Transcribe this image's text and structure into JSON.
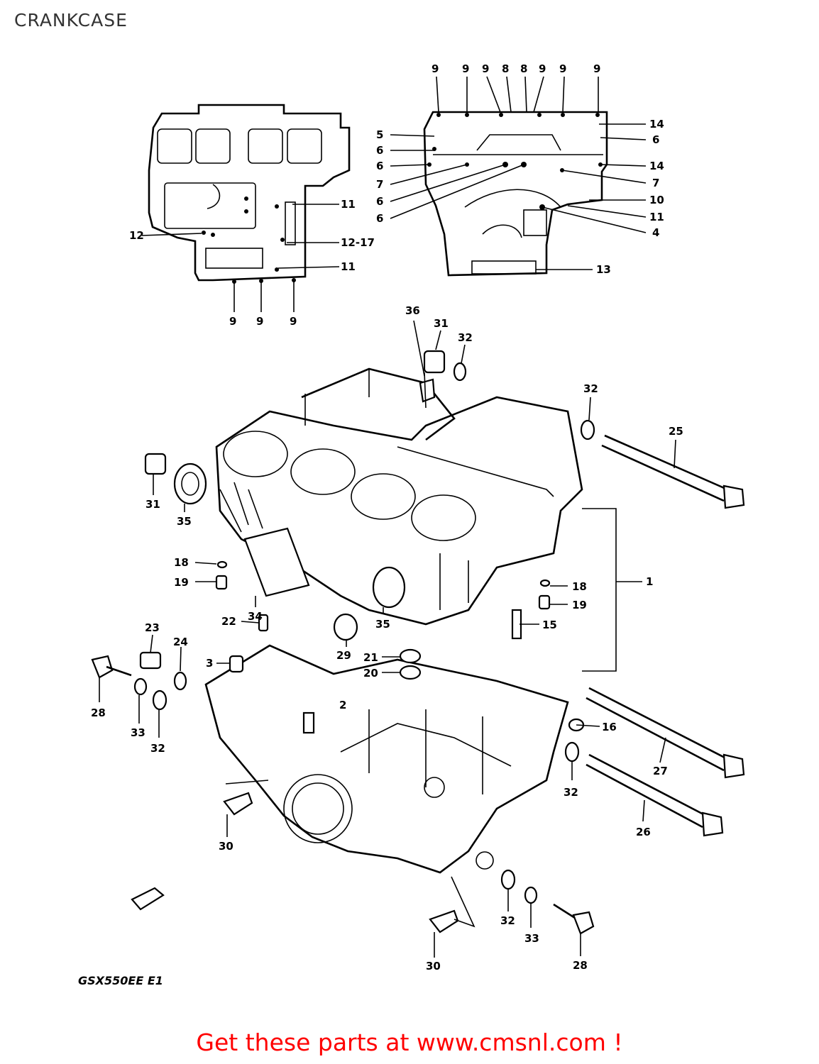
{
  "title": "CRANKCASE",
  "model_code": "GSX550EE E1",
  "footer_link": "Get these parts at www.cmsnl.com !",
  "callouts": {
    "top_left": {
      "c11a": "11",
      "c12": "12",
      "c1217": "12-17",
      "c11b": "11",
      "c9a": "9",
      "c9b": "9",
      "c9c": "9"
    },
    "top_right": {
      "t1": "9",
      "t2": "9",
      "t3": "9",
      "t4": "8",
      "t5": "8",
      "t6": "9",
      "t7": "9",
      "t8": "9",
      "r14a": "14",
      "r6": "6",
      "r14b": "14",
      "r7": "7",
      "r10": "10",
      "r11": "11",
      "r4": "4",
      "r13": "13",
      "l5": "5",
      "l6a": "6",
      "l6b": "6",
      "l7": "7",
      "l6c": "6",
      "l6d": "6"
    },
    "main": {
      "c36": "36",
      "c31a": "31",
      "c32a": "32",
      "c32b": "32",
      "c25": "25",
      "c31b": "31",
      "c35a": "35",
      "c18a": "18",
      "c19a": "19",
      "c34": "34",
      "c35b": "35",
      "c18b": "18",
      "c19b": "19",
      "c1": "1",
      "c15": "15",
      "c22": "22",
      "c23": "23",
      "c24": "24",
      "c29": "29",
      "c21": "21",
      "c20": "20",
      "c3": "3",
      "c2": "2",
      "c28a": "28",
      "c33a": "33",
      "c32c": "32",
      "c16": "16",
      "c27": "27",
      "c32d": "32",
      "c26": "26",
      "c30a": "30",
      "c32e": "32",
      "c33b": "33",
      "c28b": "28",
      "c30b": "30"
    }
  }
}
